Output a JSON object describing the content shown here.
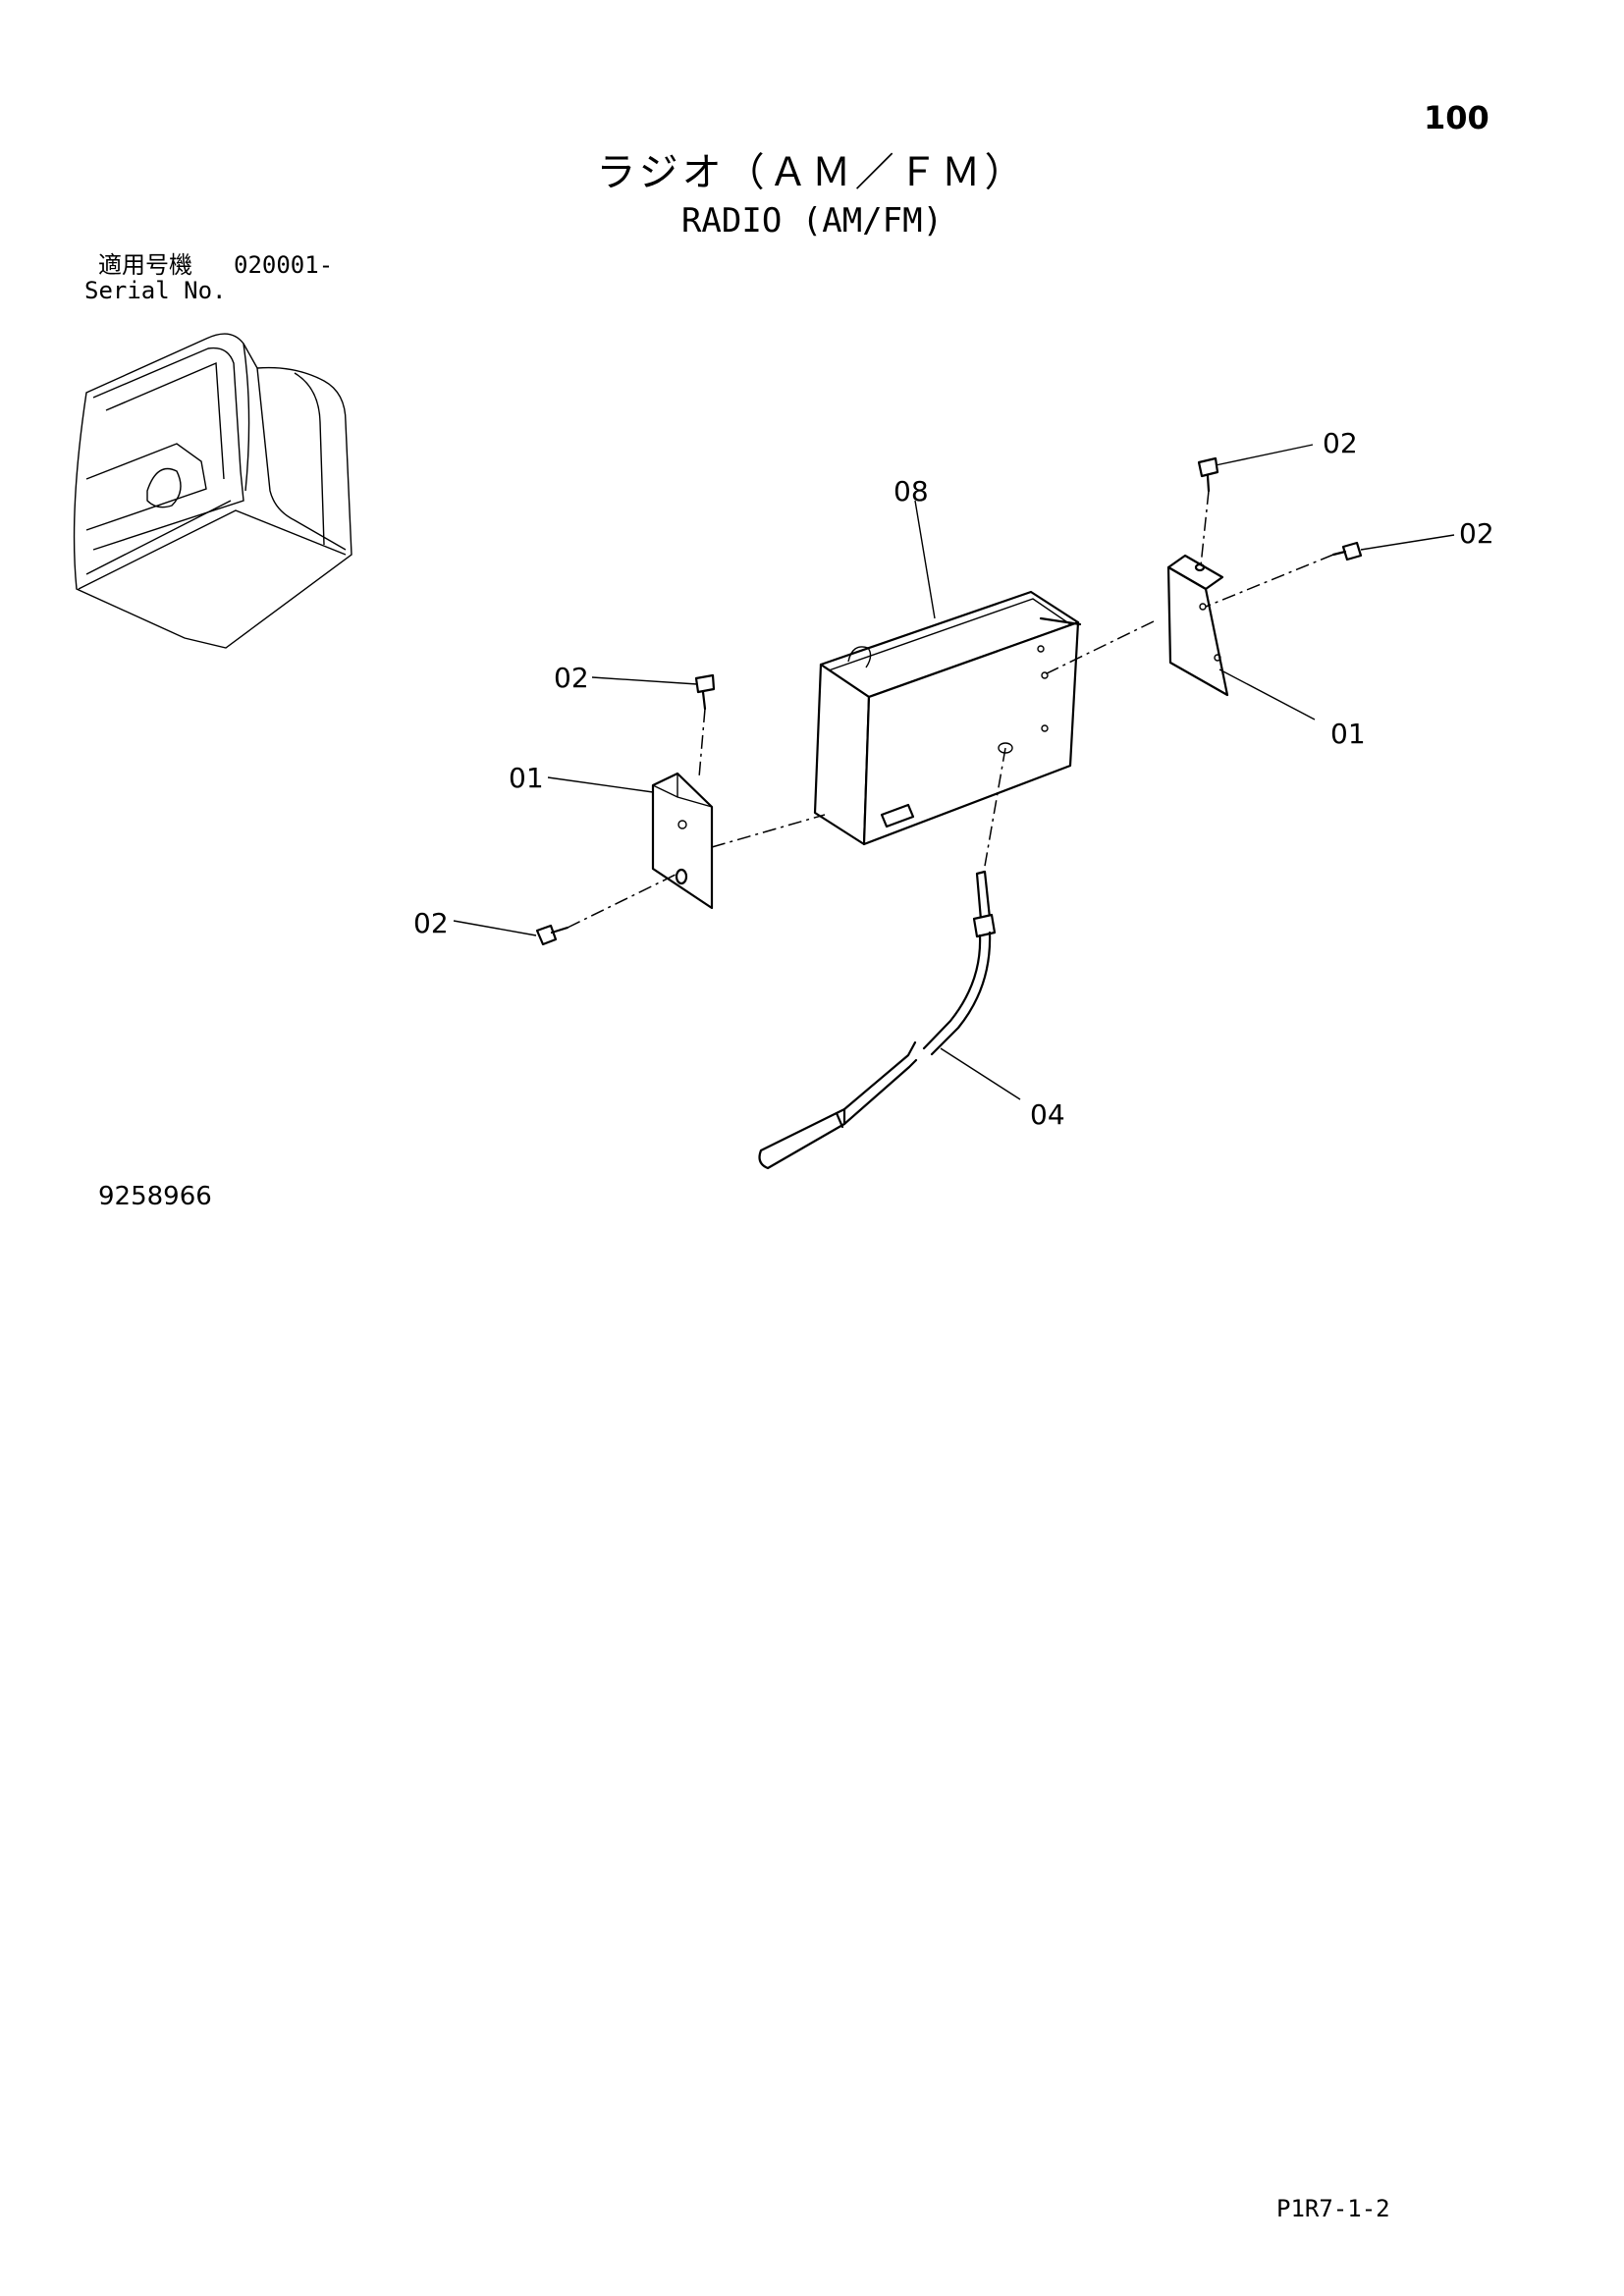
{
  "page_number": "100",
  "title_jp": "ラジオ（ＡＭ／ＦＭ）",
  "title_en": "RADIO (AM/FM)",
  "serial": {
    "label_jp": "適用号機",
    "value": "020001-",
    "label_en": "Serial No."
  },
  "figure_number": "9258966",
  "page_code": "P1R7-1-2",
  "callouts": {
    "bracket_left": "01",
    "bracket_right": "01",
    "bolt_left_top": "02",
    "bolt_left_bottom": "02",
    "bolt_right_top": "02",
    "bolt_right_side": "02",
    "antenna": "04",
    "radio": "08"
  }
}
